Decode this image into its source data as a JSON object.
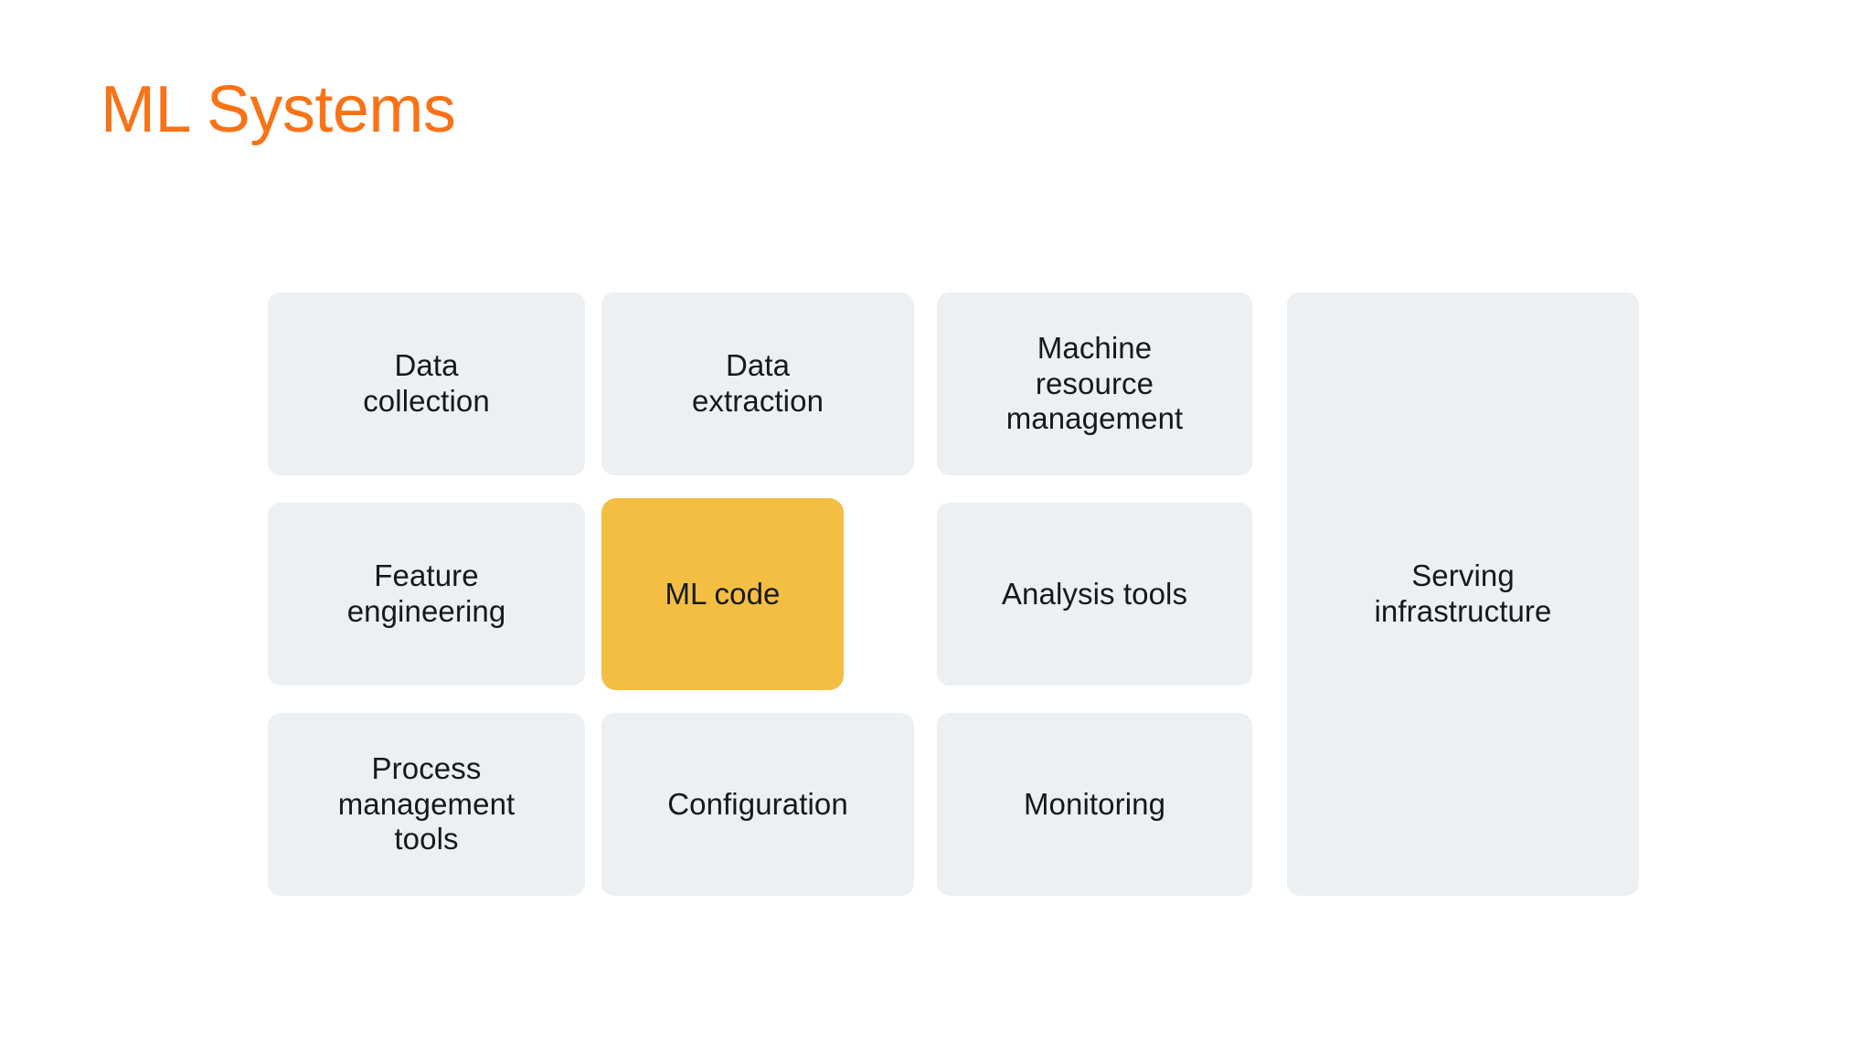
{
  "slide": {
    "title": "ML Systems",
    "title_color": "#F97316",
    "background": "#ffffff"
  },
  "diagram": {
    "node_fill": "#ECF0F2",
    "node_text_color": "#16181A",
    "highlight_fill": "#F3BE42",
    "columns": [
      {
        "id": "col-1",
        "nodes": [
          {
            "id": "data-collection",
            "label": "Data\ncollection",
            "highlight": false
          },
          {
            "id": "feature-engineering",
            "label": "Feature\nengineering",
            "highlight": false
          },
          {
            "id": "process-management-tools",
            "label": "Process\nmanagement\ntools",
            "highlight": false
          }
        ]
      },
      {
        "id": "col-2",
        "nodes": [
          {
            "id": "data-extraction",
            "label": "Data\nextraction",
            "highlight": false
          },
          {
            "id": "ml-code",
            "label": "ML code",
            "highlight": true
          },
          {
            "id": "configuration",
            "label": "Configuration",
            "highlight": false
          }
        ]
      },
      {
        "id": "col-3",
        "nodes": [
          {
            "id": "machine-resource-management",
            "label": "Machine\nresource\nmanagement",
            "highlight": false
          },
          {
            "id": "analysis-tools",
            "label": "Analysis tools",
            "highlight": false
          },
          {
            "id": "monitoring",
            "label": "Monitoring",
            "highlight": false
          }
        ]
      },
      {
        "id": "col-4",
        "nodes": [
          {
            "id": "serving-infrastructure",
            "label": "Serving\ninfrastructure",
            "highlight": false,
            "full_height": true
          }
        ]
      }
    ]
  }
}
